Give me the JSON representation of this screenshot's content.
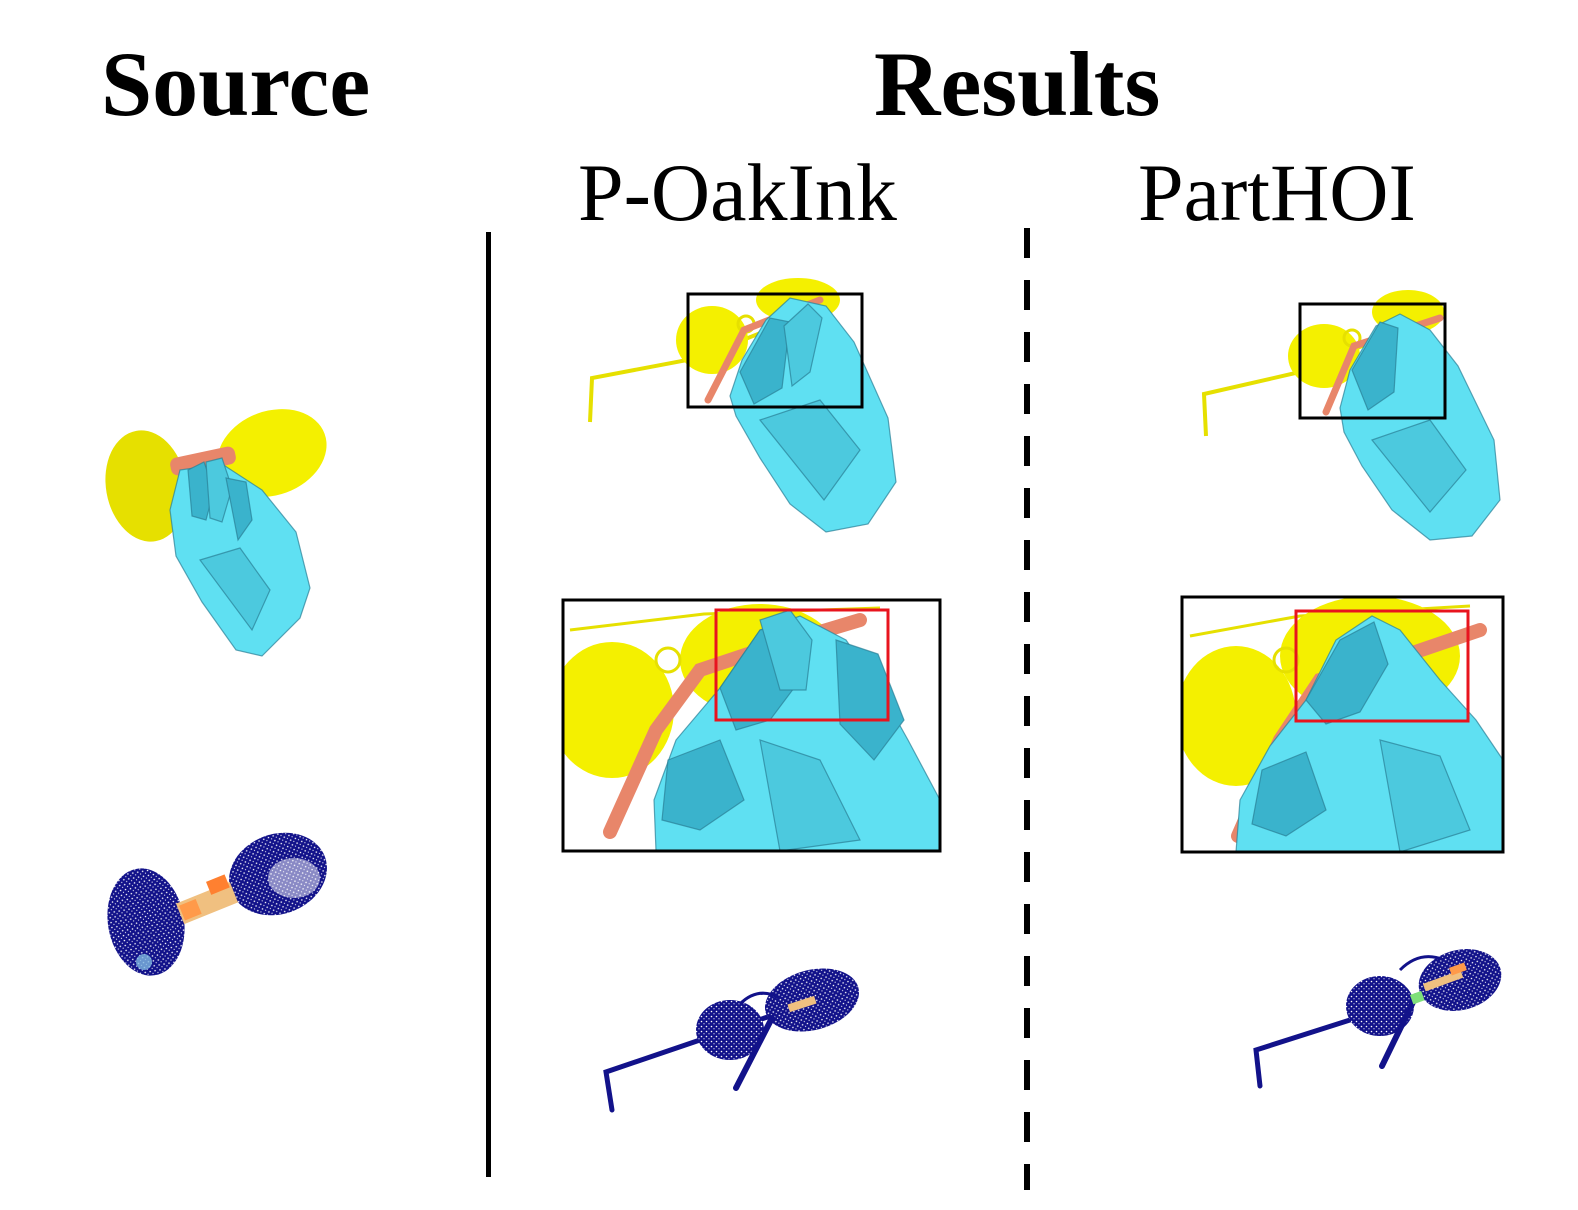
{
  "headers": {
    "source": "Source",
    "results": "Results",
    "method_a": "P-OakInk",
    "method_b": "PartHOI"
  },
  "colors": {
    "hand": "#5fe0f2",
    "hand_shade": "#3ab3cc",
    "object_mesh": "#f4f000",
    "object_handle": "#e8866a",
    "point_cloud": "#12128a",
    "zoom_box": "#000000",
    "highlight_box": "#e8141e"
  },
  "icons": [
    "hand-mesh-icon",
    "glasses-mesh-icon",
    "point-cloud-icon",
    "zoom-box",
    "highlight-box"
  ]
}
